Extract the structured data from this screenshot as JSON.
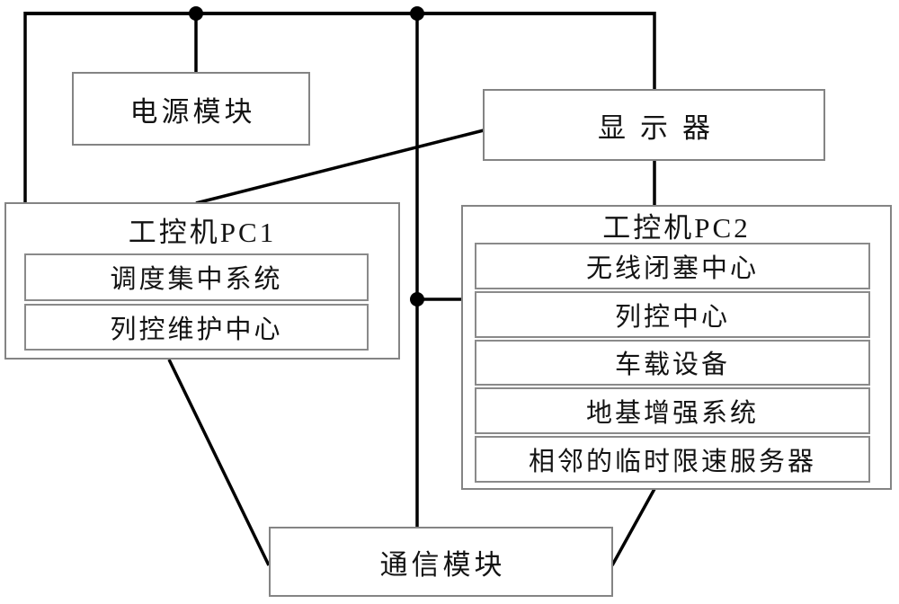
{
  "diagram": {
    "title": "train-control system hardware block diagram",
    "colors": {
      "background": "#ffffff",
      "wire": "#000000",
      "box_border": "#848484",
      "text": "#131313"
    },
    "nodes": {
      "power": {
        "label": "电源模块"
      },
      "display": {
        "label": "显示器"
      },
      "pc1": {
        "title": "工控机PC1",
        "items": [
          "调度集中系统",
          "列控维护中心"
        ]
      },
      "pc2": {
        "title": "工控机PC2",
        "items": [
          "无线闭塞中心",
          "列控中心",
          "车载设备",
          "地基增强系统",
          "相邻的临时限速服务器"
        ]
      },
      "comm": {
        "label": "通信模块"
      }
    },
    "junction_count": "3"
  }
}
